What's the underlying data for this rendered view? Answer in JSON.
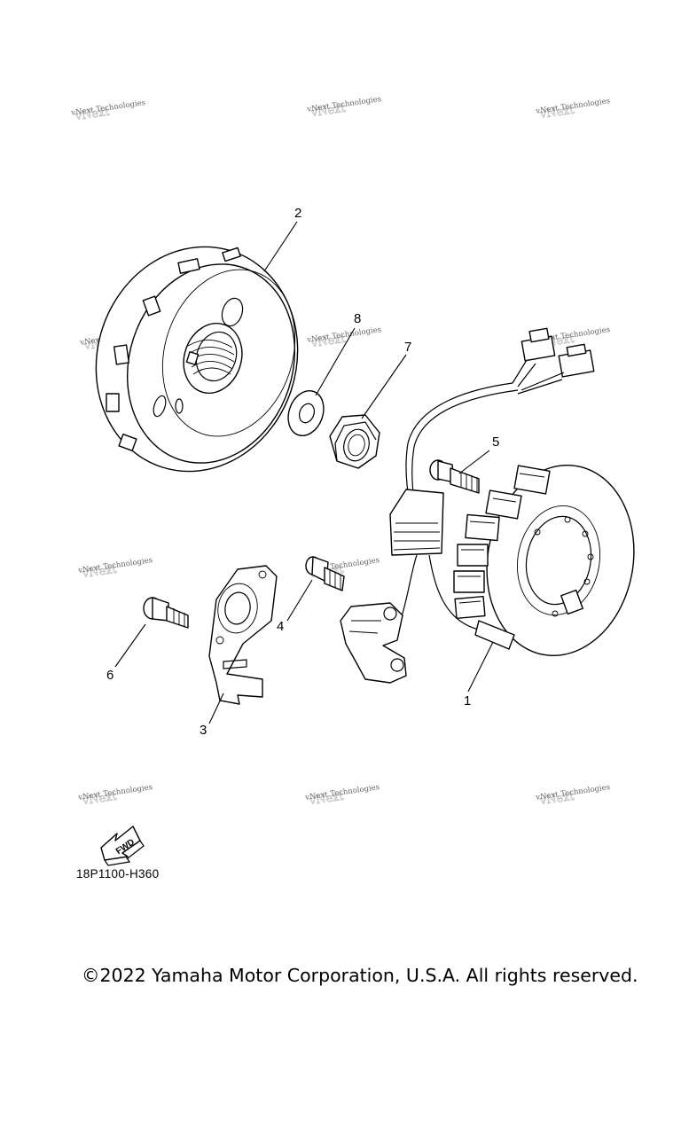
{
  "watermark": "vNext Technologies",
  "callouts": {
    "c1": "1",
    "c2": "2",
    "c3": "3",
    "c4": "4",
    "c5": "5",
    "c6": "6",
    "c7": "7",
    "c8": "8"
  },
  "fwd_label": "FWD",
  "diagram_code": "18P1100-H360",
  "copyright": "©2022 Yamaha Motor Corporation, U.S.A. All rights reserved."
}
